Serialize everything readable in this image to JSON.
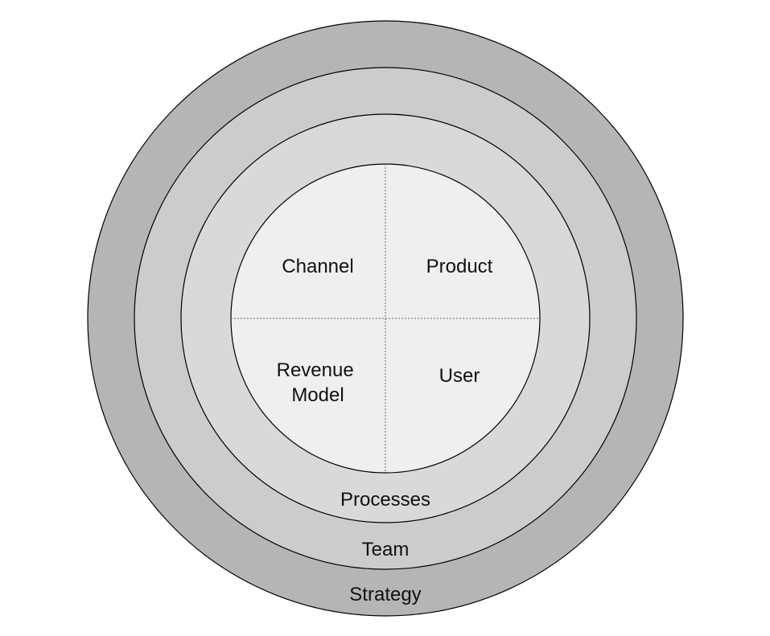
{
  "diagram": {
    "rings": [
      {
        "label": "Strategy",
        "fill": "#b5b5b5"
      },
      {
        "label": "Team",
        "fill": "#cccccc"
      },
      {
        "label": "Processes",
        "fill": "#d9d9d9"
      }
    ],
    "core": {
      "fill": "#efefef",
      "quadrants": {
        "top_left": "Channel",
        "top_right": "Product",
        "bottom_left": [
          "Revenue",
          "Model"
        ],
        "bottom_right": "User"
      }
    },
    "stroke_color": "#000000",
    "divider_color": "#666666"
  }
}
